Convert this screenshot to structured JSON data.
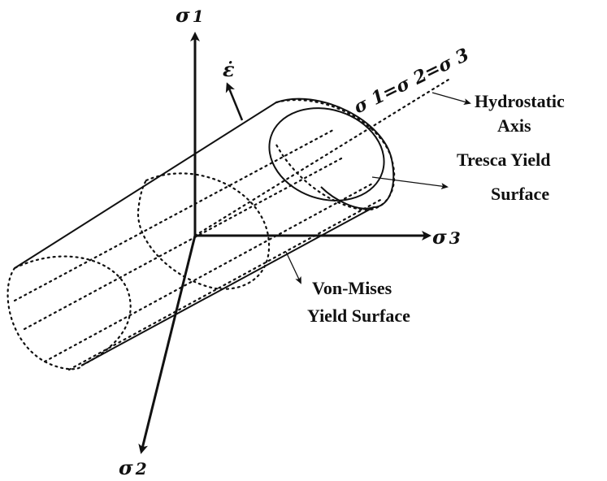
{
  "diagram": {
    "axes": {
      "sigma1": {
        "symbol": "σ",
        "subscript": "1"
      },
      "sigma2": {
        "symbol": "σ",
        "subscript": "2"
      },
      "sigma3": {
        "symbol": "σ",
        "subscript": "3"
      },
      "strain_rate": "ε̇"
    },
    "hydrostatic_equation": "σ 1=σ 2=σ 3",
    "labels": {
      "hydrostatic_line1": "Hydrostatic",
      "hydrostatic_line2": "Axis",
      "tresca_line1": "Tresca Yield",
      "tresca_line2": "Surface",
      "vonmises_line1": "Von-Mises",
      "vonmises_line2": "Yield Surface"
    },
    "colors": {
      "ink": "#111111",
      "background": "#ffffff"
    }
  }
}
